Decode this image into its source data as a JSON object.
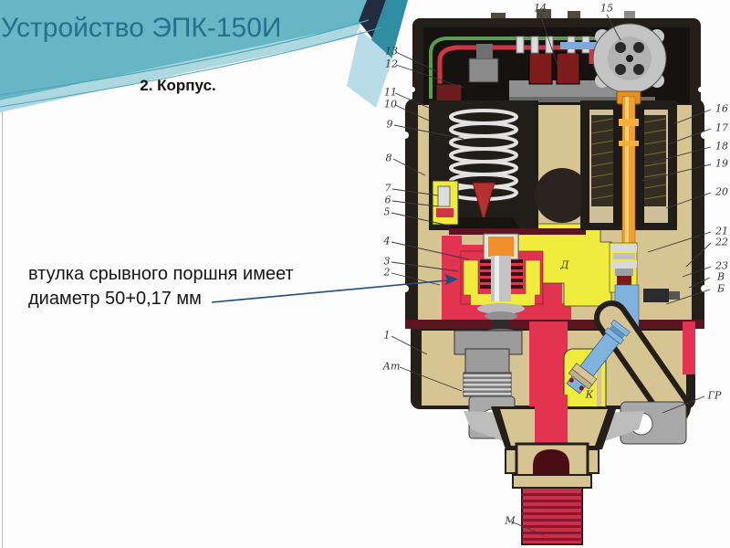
{
  "slide": {
    "title": "Устройство ЭПК-150И",
    "subtitle": "2. Корпус.",
    "note_line1": "втулка срывного поршня имеет",
    "note_line2": "диаметр 50+0,17 мм"
  },
  "theme": {
    "header_teal": "#67b6c5",
    "header_teal_light": "#aed8e0",
    "header_navy": "#232c3e",
    "title_color": "#26708c",
    "arrow_color": "#1d4e79",
    "diagram_colors": {
      "housing_black": "#242019",
      "body_tan": "#d7c493",
      "passage_red": "#e23350",
      "chamber_yellow": "#f0ec3e",
      "part_blue": "#7fb2dd",
      "stem_gold": "#f2a02c",
      "metal_gray": "#b5b5b5",
      "wire_green": "#5d9b52",
      "wire_red": "#cf3545",
      "coil_dark_red": "#7e1c1c",
      "diaphragm_maroon": "#5c1420"
    }
  },
  "diagram": {
    "description": "Cross-section of the EPK-150I electropneumatic valve body",
    "callouts": {
      "c1": "1",
      "c2": "2",
      "c3": "3",
      "c4": "4",
      "c5": "5",
      "c6": "6",
      "c7": "7",
      "c8": "8",
      "c9": "9",
      "c10": "10",
      "c11": "11",
      "c12": "12",
      "c13": "13",
      "c14": "14",
      "c15": "15",
      "c16": "16",
      "c17": "17",
      "c18": "18",
      "c19": "19",
      "c20": "20",
      "c21": "21",
      "c22": "22",
      "c23": "23",
      "lv": "В",
      "lb": "Б",
      "ld": "Д",
      "lk": "К",
      "lat": "Ат",
      "lgr": "ГР",
      "lm": "М"
    }
  }
}
